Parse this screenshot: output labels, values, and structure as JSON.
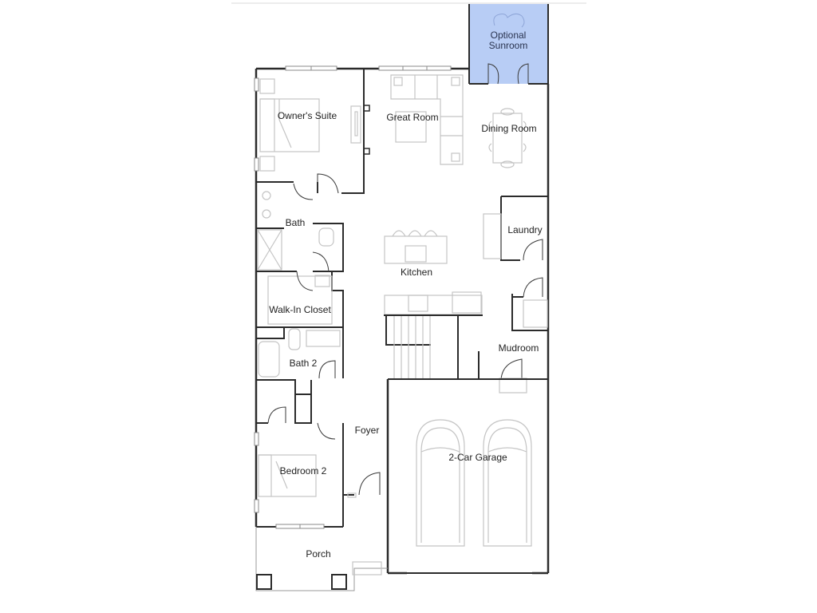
{
  "floorplan": {
    "colors": {
      "wall": "#2b2b2b",
      "furniture": "#c4c4c4",
      "optional_area": "#b8cdf5",
      "background": "#ffffff"
    },
    "rooms": {
      "optional_sunroom_line1": "Optional",
      "optional_sunroom_line2": "Sunroom",
      "owners_suite": "Owner's Suite",
      "great_room": "Great Room",
      "dining_room": "Dining Room",
      "bath": "Bath",
      "laundry": "Laundry",
      "kitchen": "Kitchen",
      "walk_in_closet": "Walk-In Closet",
      "mudroom": "Mudroom",
      "bath_2": "Bath 2",
      "foyer": "Foyer",
      "two_car_garage": "2-Car Garage",
      "bedroom_2": "Bedroom 2",
      "porch": "Porch"
    }
  }
}
